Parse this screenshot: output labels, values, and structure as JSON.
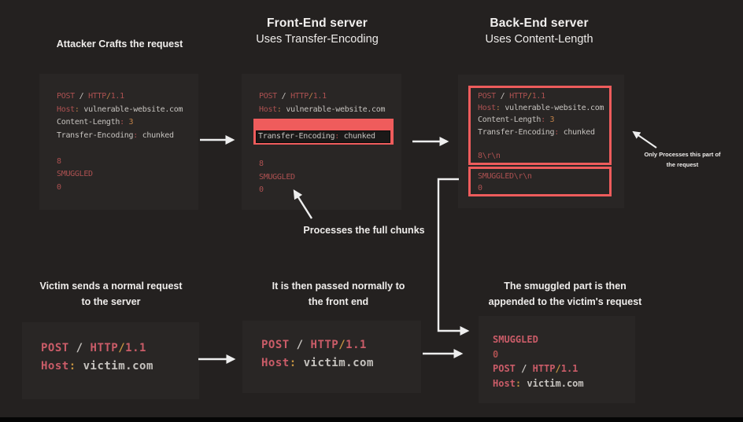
{
  "headers": {
    "attacker_label": "Attacker Crafts the request",
    "frontend": {
      "title": "Front-End server",
      "subtitle": "Uses Transfer-Encoding"
    },
    "backend": {
      "title": "Back-End server",
      "subtitle": "Uses Content-Length"
    }
  },
  "captions": {
    "processes_full_chunks": "Processes the full chunks",
    "only_processes_line1": "Only Processes this part of",
    "only_processes_line2": "the request",
    "victim_line1": "Victim sends a normal request",
    "victim_line2": "to the server",
    "passed_line1": "It is then passed normally to",
    "passed_line2": "the front end",
    "smuggled_line1": "The smuggled part is then",
    "smuggled_line2": "appended to the victim's request"
  },
  "colors": {
    "background": "#242120",
    "code_block_bg": "#292625",
    "highlight_red": "#ef5c5c",
    "arrow_white": "#eeeeee"
  },
  "blocks": {
    "attacker": {
      "lines": [
        [
          {
            "t": "POST",
            "c": "r"
          },
          {
            "t": " / ",
            "c": "g"
          },
          {
            "t": "HTTP",
            "c": "r"
          },
          {
            "t": "/",
            "c": "o"
          },
          {
            "t": "1.1",
            "c": "r"
          }
        ],
        [
          {
            "t": "Host",
            "c": "r"
          },
          {
            "t": ":",
            "c": "o"
          },
          {
            "t": " vulnerable-website.com",
            "c": "g"
          }
        ],
        [
          {
            "t": "Content-Length",
            "c": "g"
          },
          {
            "t": ":",
            "c": "r"
          },
          {
            "t": " 3",
            "c": "o"
          }
        ],
        [
          {
            "t": "Transfer-Encoding",
            "c": "g"
          },
          {
            "t": ":",
            "c": "r"
          },
          {
            "t": " chunked",
            "c": "g"
          }
        ],
        [],
        [
          {
            "t": "8",
            "c": "r"
          }
        ],
        [
          {
            "t": "SMUGGLED",
            "c": "r"
          }
        ],
        [
          {
            "t": "0",
            "c": "r"
          }
        ]
      ]
    },
    "frontend": {
      "lines_top": [
        [
          {
            "t": "POST",
            "c": "r"
          },
          {
            "t": " / ",
            "c": "g"
          },
          {
            "t": "HTTP",
            "c": "r"
          },
          {
            "t": "/",
            "c": "o"
          },
          {
            "t": "1.1",
            "c": "r"
          }
        ],
        [
          {
            "t": "Host",
            "c": "r"
          },
          {
            "t": ":",
            "c": "o"
          },
          {
            "t": " vulnerable-website.com",
            "c": "g"
          }
        ]
      ],
      "highlight_line": [
        [
          {
            "t": "Transfer-Encoding",
            "c": "g"
          },
          {
            "t": ":",
            "c": "r"
          },
          {
            "t": " chunked",
            "c": "g"
          }
        ]
      ],
      "lines_bottom": [
        [
          {
            "t": "8",
            "c": "r"
          }
        ],
        [
          {
            "t": "SMUGGLED",
            "c": "r"
          }
        ],
        [
          {
            "t": "0",
            "c": "r"
          }
        ]
      ]
    },
    "backend": {
      "box1_lines": [
        [
          {
            "t": "POST",
            "c": "r"
          },
          {
            "t": " / ",
            "c": "g"
          },
          {
            "t": "HTTP",
            "c": "r"
          },
          {
            "t": "/",
            "c": "o"
          },
          {
            "t": "1.1",
            "c": "r"
          }
        ],
        [
          {
            "t": "Host",
            "c": "r"
          },
          {
            "t": ":",
            "c": "o"
          },
          {
            "t": " vulnerable-website.com",
            "c": "g"
          }
        ],
        [
          {
            "t": "Content-Length",
            "c": "g"
          },
          {
            "t": ":",
            "c": "r"
          },
          {
            "t": " 3",
            "c": "o"
          }
        ],
        [
          {
            "t": "Transfer-Encoding",
            "c": "g"
          },
          {
            "t": ":",
            "c": "r"
          },
          {
            "t": " chunked",
            "c": "g"
          }
        ],
        [],
        [
          {
            "t": "8\\r\\n",
            "c": "r"
          }
        ]
      ],
      "box2_lines": [
        [
          {
            "t": "SMUGGLED\\r\\n",
            "c": "r"
          }
        ],
        [
          {
            "t": "0",
            "c": "r"
          }
        ]
      ]
    },
    "victim": {
      "lines": [
        [
          {
            "t": "POST",
            "c": "p"
          },
          {
            "t": " / ",
            "c": "g"
          },
          {
            "t": "HTTP",
            "c": "p"
          },
          {
            "t": "/",
            "c": "y"
          },
          {
            "t": "1.1",
            "c": "p"
          }
        ],
        [
          {
            "t": "Host",
            "c": "p"
          },
          {
            "t": ":",
            "c": "y"
          },
          {
            "t": " victim.com",
            "c": "g"
          }
        ]
      ]
    },
    "passed": {
      "lines": [
        [
          {
            "t": "POST",
            "c": "p"
          },
          {
            "t": " / ",
            "c": "g"
          },
          {
            "t": "HTTP",
            "c": "p"
          },
          {
            "t": "/",
            "c": "y"
          },
          {
            "t": "1.1",
            "c": "p"
          }
        ],
        [
          {
            "t": "Host",
            "c": "p"
          },
          {
            "t": ":",
            "c": "y"
          },
          {
            "t": " victim.com",
            "c": "g"
          }
        ]
      ]
    },
    "result": {
      "lines": [
        [
          {
            "t": "SMUGGLED",
            "c": "p"
          }
        ],
        [
          {
            "t": "0",
            "c": "r"
          }
        ],
        [
          {
            "t": "POST",
            "c": "p"
          },
          {
            "t": " / ",
            "c": "g"
          },
          {
            "t": "HTTP",
            "c": "p"
          },
          {
            "t": "/",
            "c": "y"
          },
          {
            "t": "1.1",
            "c": "p"
          }
        ],
        [
          {
            "t": "Host",
            "c": "p"
          },
          {
            "t": ":",
            "c": "y"
          },
          {
            "t": " victim.com",
            "c": "g"
          }
        ]
      ]
    }
  }
}
